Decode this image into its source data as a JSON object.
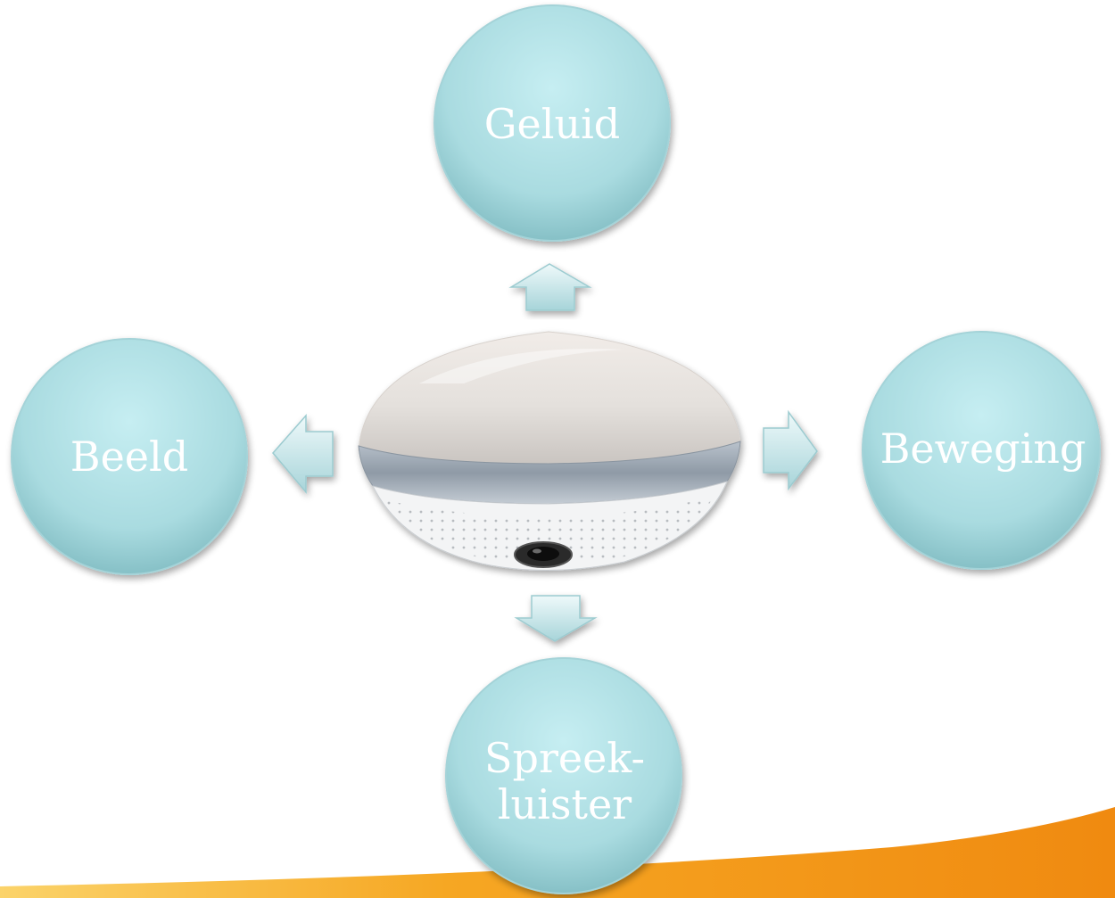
{
  "nodes": {
    "geluid": {
      "label": "Geluid"
    },
    "beeld": {
      "label": "Beeld"
    },
    "beweging": {
      "label": "Beweging"
    },
    "spreekluister": {
      "line1": "Spreek-",
      "line2": "luister"
    }
  },
  "colors": {
    "circle_light": "#c4edf1",
    "circle_dark": "#8fc7cd",
    "arrow_light": "#e3f5f6",
    "arrow_dark": "#a9d5da",
    "swoosh_orange": "#f39a1c",
    "swoosh_yellow": "#fbd36a"
  },
  "icons": {
    "center": "dome-camera-icon",
    "up": "arrow-up-icon",
    "left": "arrow-left-icon",
    "right": "arrow-right-icon",
    "down": "arrow-down-icon"
  }
}
